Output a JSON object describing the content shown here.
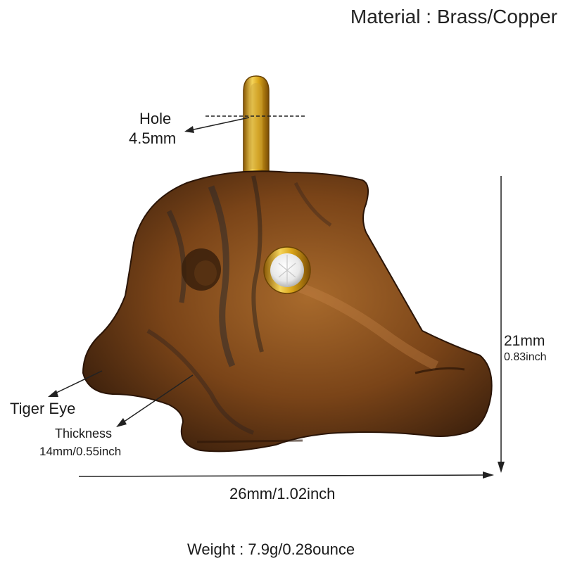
{
  "header": {
    "material": "Material : Brass/Copper"
  },
  "annotations": {
    "hole_label": "Hole",
    "hole_size": "4.5mm",
    "height_mm": "21mm",
    "height_inch": "0.83inch",
    "material_name": "Tiger Eye",
    "thickness_label": "Thickness",
    "thickness_value": "14mm/0.55inch",
    "width": "26mm/1.02inch"
  },
  "footer": {
    "weight": "Weight : 7.9g/0.28ounce"
  },
  "colors": {
    "stone": "#6b3a14",
    "stone_dark": "#3a1f0c",
    "stone_light": "#a86a2c",
    "gold": "#d9a418",
    "gem": "#f2f2f2"
  }
}
